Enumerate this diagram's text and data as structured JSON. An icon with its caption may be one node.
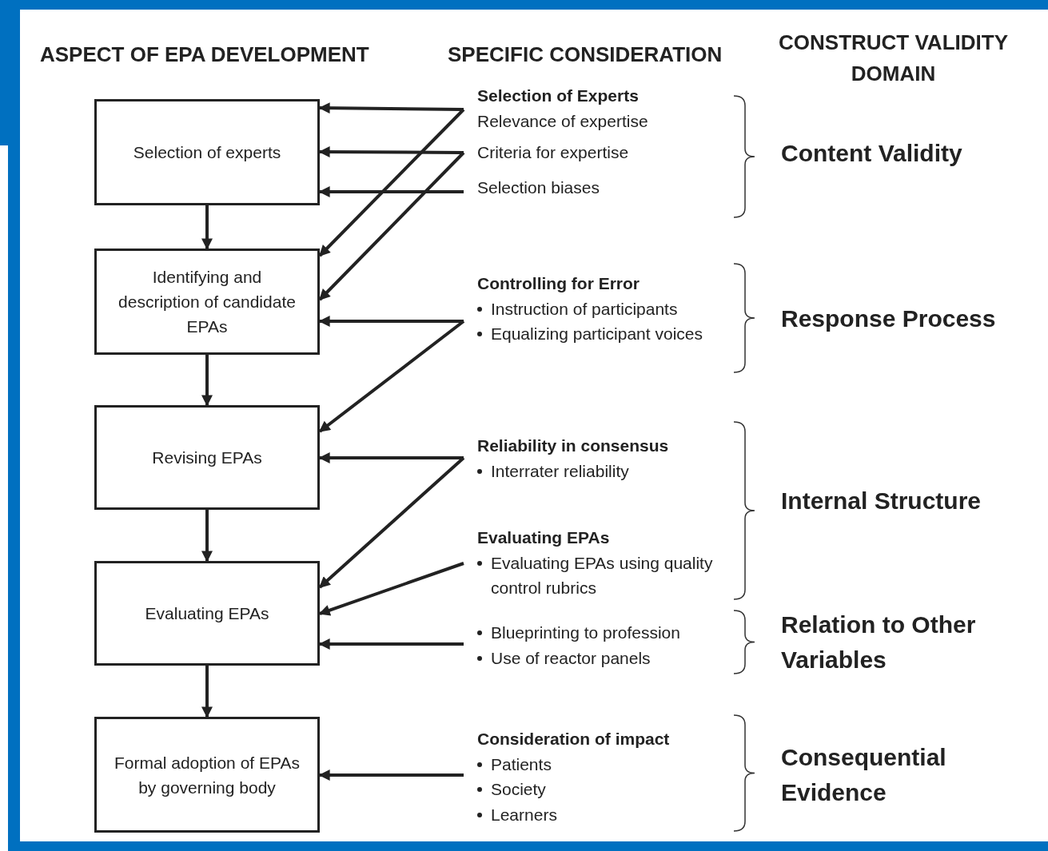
{
  "diagram": {
    "nodes": [
      {
        "text": [
          "Selection of experts"
        ]
      },
      {
        "text": [
          "Identifying and description of candidate EPAs"
        ]
      },
      {
        "text": [
          "Revising EPAs"
        ]
      },
      {
        "text": [
          "Evaluating EPAs"
        ]
      },
      {
        "text": [
          "Formal adoption of EPAs by governing body"
        ]
      },
      {
        "text": [
          "Selection of Experts",
          "Relevance of expertise"
        ]
      },
      {
        "text": [
          "Criteria for expertise"
        ]
      },
      {
        "text": [
          "Selection biases"
        ]
      },
      {
        "text": [
          "Controlling for Error",
          "Instruction of participants",
          "Equalizing participant voices"
        ]
      },
      {
        "text": [
          "Reliability in consensus",
          "Interrater reliability"
        ]
      },
      {
        "text": [
          "Evaluating EPAs",
          "Evaluating EPAs using quality control rubrics"
        ]
      },
      {
        "text": [
          "Blueprinting to profession",
          "Use of reactor panels"
        ]
      },
      {
        "text": [
          "Consideration of impact",
          "Patients",
          "Society",
          "Learners"
        ]
      }
    ],
    "edges": [
      {
        "from": 5,
        "to": 0,
        "arrow": "to"
      },
      {
        "from": 5,
        "to": 1,
        "arrow": "to"
      },
      {
        "from": 6,
        "to": 0,
        "arrow": "to"
      },
      {
        "from": 6,
        "to": 1,
        "arrow": "to"
      },
      {
        "from": 7,
        "to": 0,
        "arrow": "to"
      },
      {
        "from": 8,
        "to": 1,
        "arrow": "to"
      },
      {
        "from": 8,
        "to": 2,
        "arrow": "to"
      },
      {
        "from": 9,
        "to": 2,
        "arrow": "to"
      },
      {
        "from": 9,
        "to": 3,
        "arrow": "to"
      },
      {
        "from": 10,
        "to": 3,
        "arrow": "to"
      },
      {
        "from": 11,
        "to": 3,
        "arrow": "to"
      },
      {
        "from": 12,
        "to": 4,
        "arrow": "to"
      },
      {
        "from": 0,
        "to": 1,
        "arrow": "to"
      },
      {
        "from": 1,
        "to": 2,
        "arrow": "to"
      },
      {
        "from": 2,
        "to": 3,
        "arrow": "to"
      },
      {
        "from": 3,
        "to": 4,
        "arrow": "to"
      }
    ],
    "labels": [
      "ASPECT OF EPA DEVELOPMENT",
      "SPECIFIC CONSIDERATION",
      "CONSTRUCT VALIDITY DOMAIN",
      "Content Validity",
      "Response Process",
      "Internal Structure",
      "Relation to Other Variables",
      "Consequential Evidence"
    ]
  }
}
